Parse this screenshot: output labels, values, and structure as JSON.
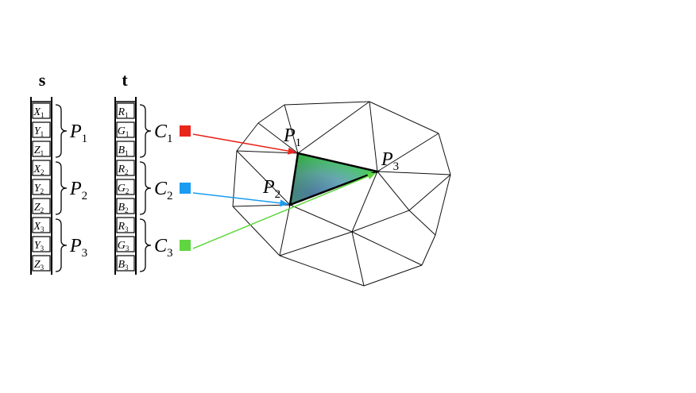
{
  "headers": {
    "s": "s",
    "t": "t"
  },
  "s_column": {
    "cells": [
      {
        "base": "X",
        "sub": "1"
      },
      {
        "base": "Y",
        "sub": "1"
      },
      {
        "base": "Z",
        "sub": "1"
      },
      {
        "base": "X",
        "sub": "2"
      },
      {
        "base": "Y",
        "sub": "2"
      },
      {
        "base": "Z",
        "sub": "2"
      },
      {
        "base": "X",
        "sub": "3"
      },
      {
        "base": "Y",
        "sub": "3"
      },
      {
        "base": "Z",
        "sub": "3"
      }
    ],
    "groups": [
      {
        "base": "P",
        "sub": "1"
      },
      {
        "base": "P",
        "sub": "2"
      },
      {
        "base": "P",
        "sub": "3"
      }
    ]
  },
  "t_column": {
    "cells": [
      {
        "base": "R",
        "sub": "1"
      },
      {
        "base": "G",
        "sub": "1"
      },
      {
        "base": "B",
        "sub": "1"
      },
      {
        "base": "R",
        "sub": "2"
      },
      {
        "base": "G",
        "sub": "2"
      },
      {
        "base": "B",
        "sub": "2"
      },
      {
        "base": "R",
        "sub": "3"
      },
      {
        "base": "G",
        "sub": "3"
      },
      {
        "base": "B",
        "sub": "3"
      }
    ],
    "groups": [
      {
        "base": "C",
        "sub": "1",
        "color": "#e8261c"
      },
      {
        "base": "C",
        "sub": "2",
        "color": "#1a9cf0"
      },
      {
        "base": "C",
        "sub": "3",
        "color": "#5fd640"
      }
    ]
  },
  "mesh_labels": [
    {
      "base": "P",
      "sub": "1"
    },
    {
      "base": "P",
      "sub": "2"
    },
    {
      "base": "P",
      "sub": "3"
    }
  ]
}
